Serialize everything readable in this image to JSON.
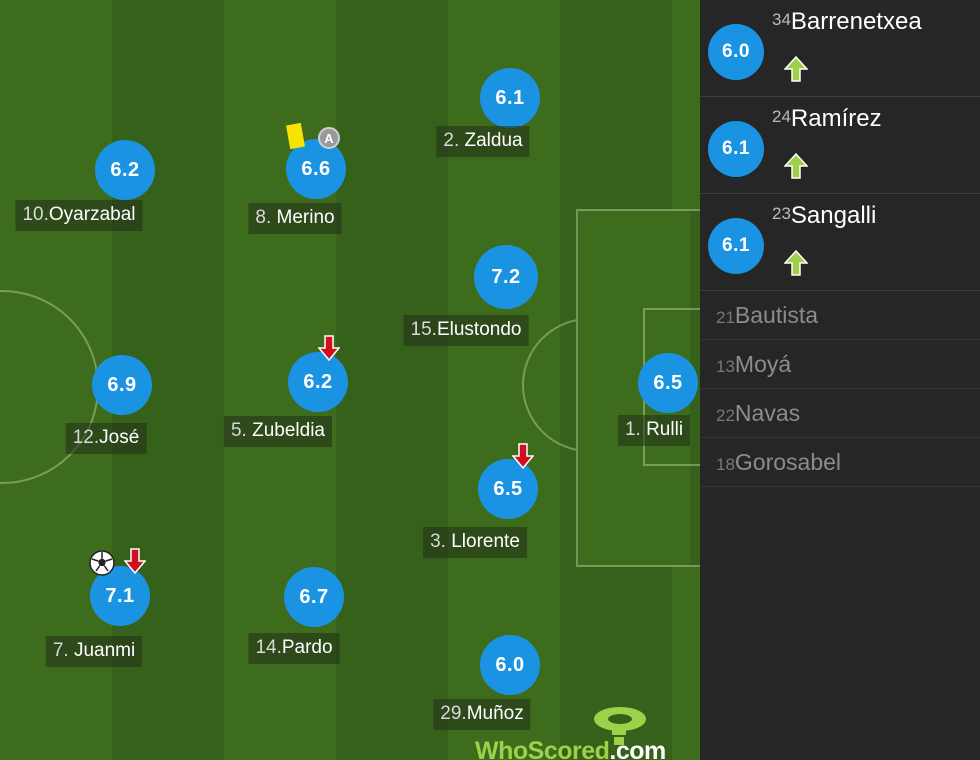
{
  "pitch_players": [
    {
      "number": "10.",
      "name": "Oyarzabal",
      "rating": "6.2"
    },
    {
      "number": "12.",
      "name": "José",
      "rating": "6.9"
    },
    {
      "number": "7. ",
      "name": "Juanmi",
      "rating": "7.1",
      "events": [
        "goal-ball-icon",
        "sub-out-arrow-icon"
      ]
    },
    {
      "number": "8. ",
      "name": "Merino",
      "rating": "6.6",
      "events": [
        "yellow-card-icon",
        "captain-badge-icon"
      ]
    },
    {
      "number": "5. ",
      "name": "Zubeldia",
      "rating": "6.2",
      "events": [
        "sub-out-arrow-icon"
      ]
    },
    {
      "number": "14.",
      "name": "Pardo",
      "rating": "6.7"
    },
    {
      "number": "2. ",
      "name": "Zaldua",
      "rating": "6.1"
    },
    {
      "number": "15.",
      "name": "Elustondo",
      "rating": "7.2"
    },
    {
      "number": "3. ",
      "name": "Llorente",
      "rating": "6.5",
      "events": [
        "sub-out-arrow-icon"
      ]
    },
    {
      "number": "29.",
      "name": "Muñoz",
      "rating": "6.0"
    },
    {
      "number": "1. ",
      "name": "Rulli",
      "rating": "6.5"
    }
  ],
  "captain_label": "A",
  "substitutes_used": [
    {
      "number": "34",
      "name": "Barrenetxea",
      "rating": "6.0",
      "icon": "sub-in-arrow-icon"
    },
    {
      "number": "24",
      "name": "Ramírez",
      "rating": "6.1",
      "icon": "sub-in-arrow-icon"
    },
    {
      "number": "23",
      "name": "Sangalli",
      "rating": "6.1",
      "icon": "sub-in-arrow-icon"
    }
  ],
  "bench_unused": [
    {
      "number": "21",
      "name": "Bautista"
    },
    {
      "number": "13",
      "name": "Moyá"
    },
    {
      "number": "22",
      "name": "Navas"
    },
    {
      "number": "18",
      "name": "Gorosabel"
    }
  ],
  "logo": {
    "part1": "WhoScored",
    "part2": ".com"
  },
  "colors": {
    "rating_bubble": "#1a94e2",
    "sub_out_arrow": "#d0101f",
    "sub_in_arrow": "#9ed04a",
    "yellow_card": "#f4e400"
  }
}
